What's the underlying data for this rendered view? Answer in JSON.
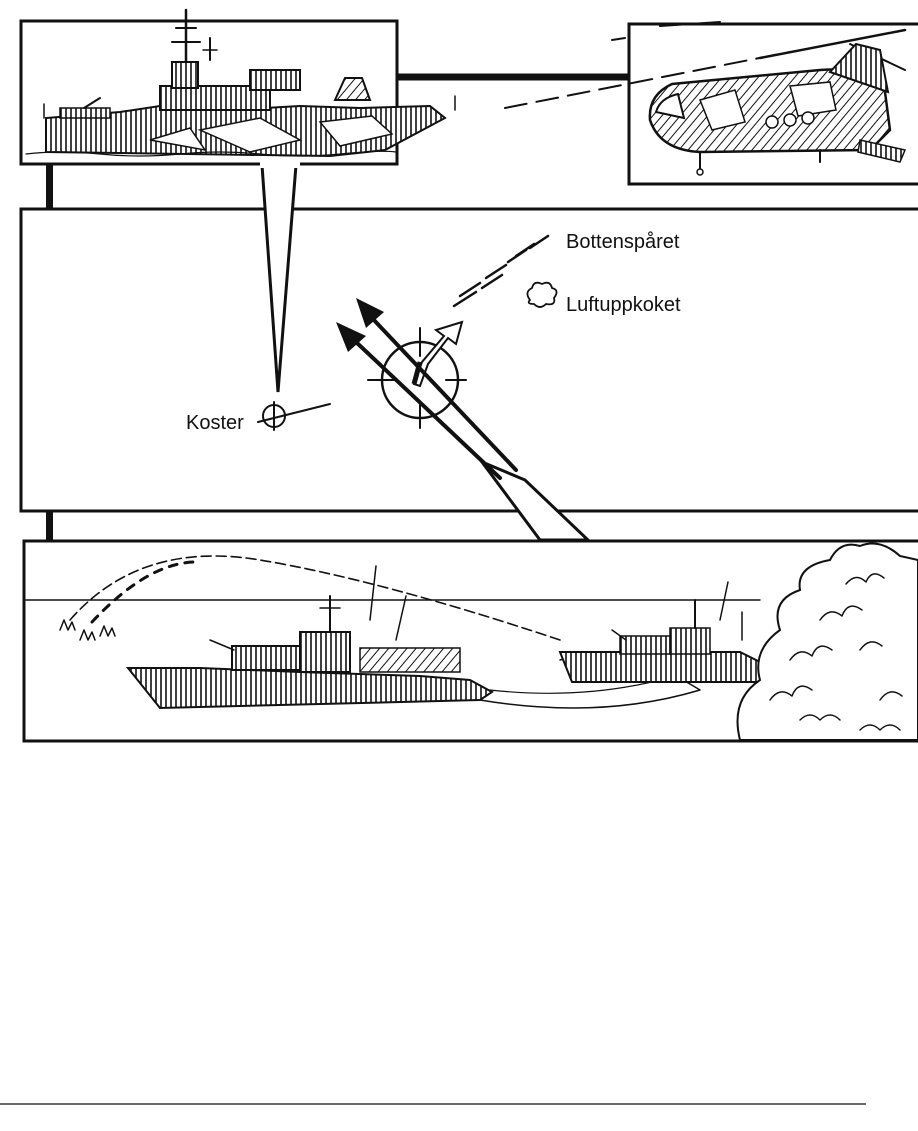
{
  "diagram": {
    "labels": {
      "koster": "Koster",
      "bottom_track": "Bottenspåret",
      "air_boil": "Luftuppkoket"
    },
    "colors": {
      "ink": "#111111",
      "paper": "#ffffff"
    },
    "panels": [
      {
        "name": "patrol-ship-panel",
        "content": "ship with camouflage pattern"
      },
      {
        "name": "helicopter-panel",
        "content": "tandem-rotor helicopter"
      },
      {
        "name": "map-panel",
        "content": "track chart with Koster position"
      },
      {
        "name": "attack-panel",
        "content": "two boats firing, water column"
      }
    ]
  }
}
